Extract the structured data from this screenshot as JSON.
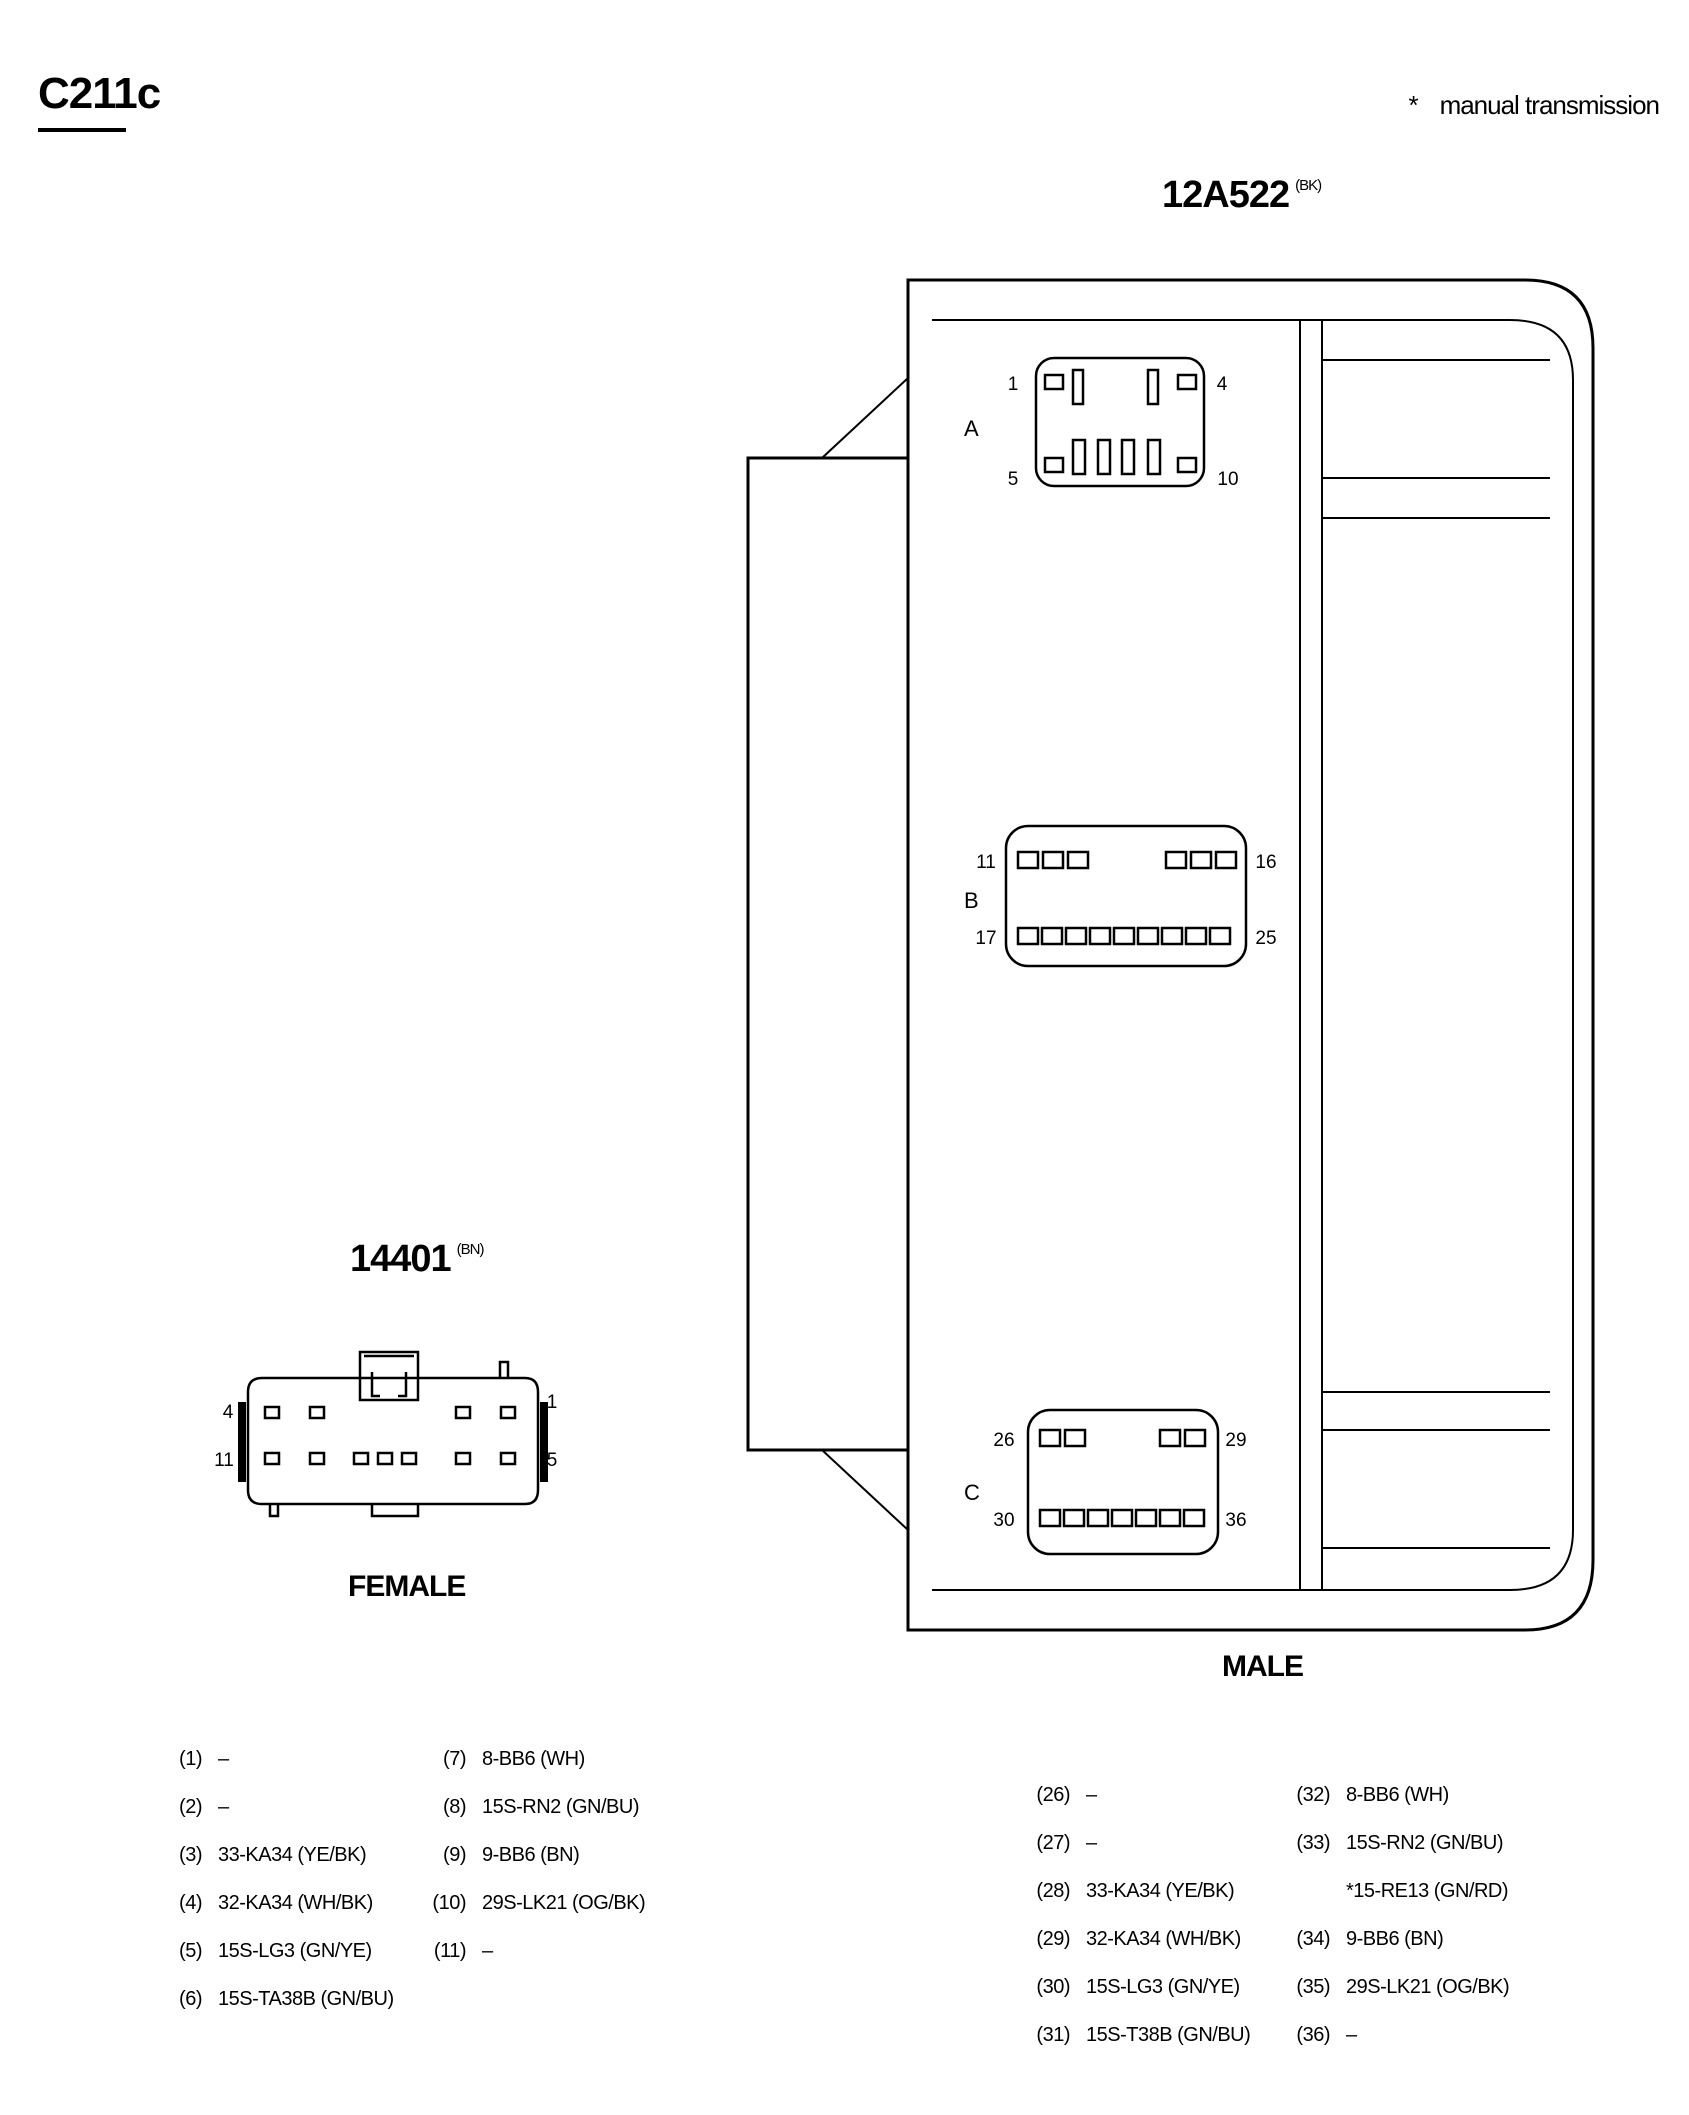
{
  "page_title": "C211c",
  "footnote": {
    "marker": "*",
    "text": "manual transmission"
  },
  "male_connector": {
    "part_number": "12A522",
    "color": "(BK)",
    "gender": "MALE",
    "row_labels": [
      "A",
      "B",
      "C"
    ],
    "pin_labels": [
      "1",
      "4",
      "5",
      "10",
      "11",
      "16",
      "17",
      "25",
      "26",
      "29",
      "30",
      "36"
    ]
  },
  "female_connector": {
    "part_number": "14401",
    "color": "(BN)",
    "gender": "FEMALE",
    "pin_labels": [
      "4",
      "1",
      "11",
      "5"
    ]
  },
  "female_pinout": {
    "col1": [
      {
        "pin": "(1)",
        "wire": "–"
      },
      {
        "pin": "(2)",
        "wire": "–"
      },
      {
        "pin": "(3)",
        "wire": "33-KA34 (YE/BK)"
      },
      {
        "pin": "(4)",
        "wire": "32-KA34 (WH/BK)"
      },
      {
        "pin": "(5)",
        "wire": "15S-LG3 (GN/YE)"
      },
      {
        "pin": "(6)",
        "wire": "15S-TA38B (GN/BU)"
      }
    ],
    "col2": [
      {
        "pin": "(7)",
        "wire": "8-BB6 (WH)"
      },
      {
        "pin": "(8)",
        "wire": "15S-RN2 (GN/BU)"
      },
      {
        "pin": "(9)",
        "wire": "9-BB6 (BN)"
      },
      {
        "pin": "(10)",
        "wire": "29S-LK21 (OG/BK)"
      },
      {
        "pin": "(11)",
        "wire": "–"
      }
    ]
  },
  "male_pinout": {
    "col1": [
      {
        "pin": "(26)",
        "wire": "–"
      },
      {
        "pin": "(27)",
        "wire": "–"
      },
      {
        "pin": "(28)",
        "wire": "33-KA34 (YE/BK)"
      },
      {
        "pin": "(29)",
        "wire": "32-KA34 (WH/BK)"
      },
      {
        "pin": "(30)",
        "wire": "15S-LG3 (GN/YE)"
      },
      {
        "pin": "(31)",
        "wire": "15S-T38B (GN/BU)"
      }
    ],
    "col2": [
      {
        "pin": "(32)",
        "wire": "8-BB6 (WH)"
      },
      {
        "pin": "(33)",
        "wire": "15S-RN2 (GN/BU)"
      },
      {
        "pin": "",
        "wire": "*15-RE13 (GN/RD)"
      },
      {
        "pin": "(34)",
        "wire": "9-BB6 (BN)"
      },
      {
        "pin": "(35)",
        "wire": "29S-LK21 (OG/BK)"
      },
      {
        "pin": "(36)",
        "wire": "–"
      }
    ]
  }
}
